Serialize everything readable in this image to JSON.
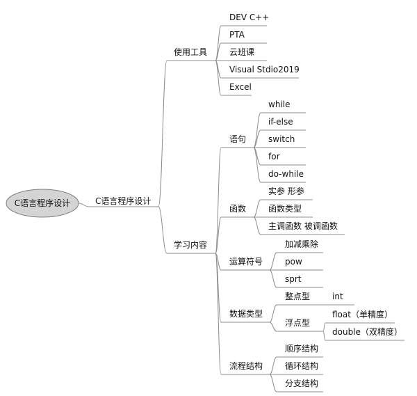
{
  "root": {
    "label": "C语言程序设计"
  },
  "main": {
    "label": "C语言程序设计",
    "children": [
      {
        "label": "使用工具",
        "children": [
          {
            "label": "DEV C++"
          },
          {
            "label": "PTA"
          },
          {
            "label": "云班课"
          },
          {
            "label": "Visual Stdio2019"
          },
          {
            "label": "Excel"
          }
        ]
      },
      {
        "label": "学习内容",
        "children": [
          {
            "label": "语句",
            "children": [
              {
                "label": "while"
              },
              {
                "label": "if-else"
              },
              {
                "label": "switch"
              },
              {
                "label": "for"
              },
              {
                "label": "do-while"
              }
            ]
          },
          {
            "label": "函数",
            "children": [
              {
                "label": "实参 形参"
              },
              {
                "label": "函数类型"
              },
              {
                "label": "主调函数 被调函数"
              }
            ]
          },
          {
            "label": "运算符号",
            "children": [
              {
                "label": "加减乘除"
              },
              {
                "label": "pow"
              },
              {
                "label": "sprt"
              }
            ]
          },
          {
            "label": "数据类型",
            "children": [
              {
                "label": "整点型",
                "children": [
                  {
                    "label": "int"
                  }
                ]
              },
              {
                "label": "浮点型",
                "children": [
                  {
                    "label": "float（单精度）"
                  },
                  {
                    "label": "double（双精度）"
                  }
                ]
              }
            ]
          },
          {
            "label": "流程结构",
            "children": [
              {
                "label": "顺序结构"
              },
              {
                "label": "循环结构"
              },
              {
                "label": "分支结构"
              }
            ]
          }
        ]
      }
    ]
  }
}
